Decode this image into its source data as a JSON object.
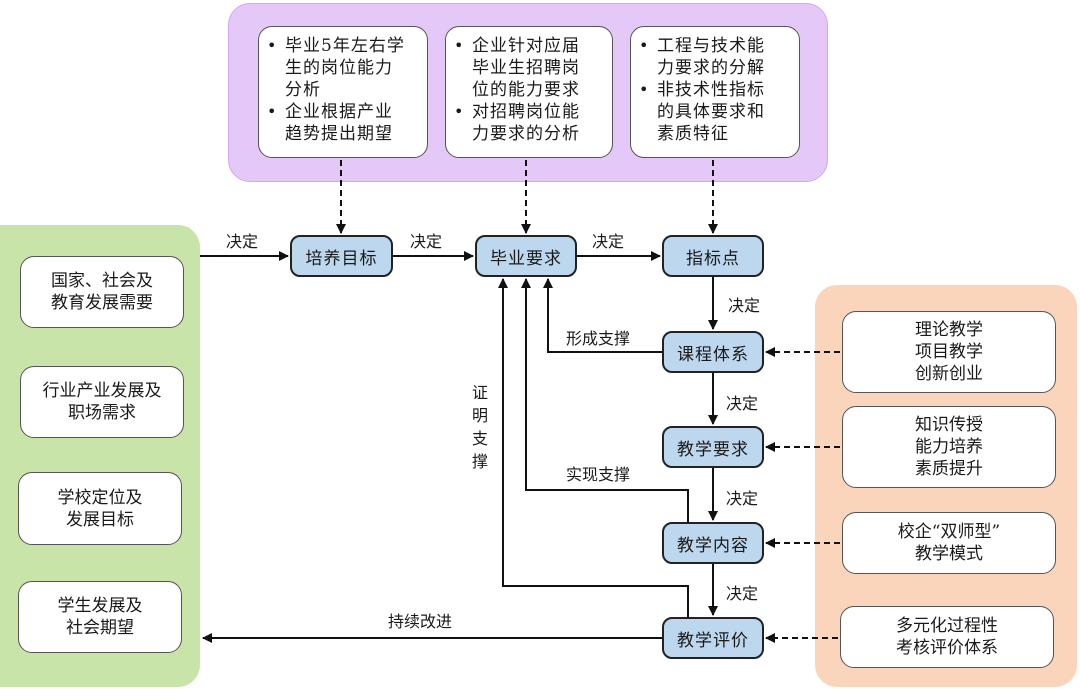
{
  "diagram": {
    "top_panel": {
      "boxes": [
        {
          "items": [
            "毕业5年左右学生的岗位能力分析",
            "企业根据产业趋势提出期望"
          ]
        },
        {
          "items": [
            "企业针对应届毕业生招聘岗位的能力要求",
            "对招聘岗位能力要求的分析"
          ]
        },
        {
          "items": [
            "工程与技术能力要求的分解",
            "非技术性指标的具体要求和素质特征"
          ]
        }
      ],
      "box_lines": [
        [
          [
            "毕业5年左右学",
            "生的岗位能力",
            "分析"
          ],
          [
            "企业根据产业",
            "趋势提出期望"
          ]
        ],
        [
          [
            "企业针对应届",
            "毕业生招聘岗",
            "位的能力要求"
          ],
          [
            "对招聘岗位能",
            "力要求的分析"
          ]
        ],
        [
          [
            "工程与技术能",
            "力要求的分解"
          ],
          [
            "非技术性指标",
            "的具体要求和",
            "素质特征"
          ]
        ]
      ]
    },
    "left_panel": {
      "boxes": [
        {
          "lines": [
            "国家、社会及",
            "教育发展需要"
          ]
        },
        {
          "lines": [
            "行业产业发展及",
            "职场需求"
          ]
        },
        {
          "lines": [
            "学校定位及",
            "发展目标"
          ]
        },
        {
          "lines": [
            "学生发展及",
            "社会期望"
          ]
        }
      ]
    },
    "right_panel": {
      "boxes": [
        {
          "lines": [
            "理论教学",
            "项目教学",
            "创新创业"
          ]
        },
        {
          "lines": [
            "知识传授",
            "能力培养",
            "素质提升"
          ]
        },
        {
          "lines": [
            "校企“双师型”",
            "教学模式"
          ]
        },
        {
          "lines": [
            "多元化过程性",
            "考核评价体系"
          ]
        }
      ]
    },
    "flow_nodes": {
      "training_goal": "培养目标",
      "graduation_requirements": "毕业要求",
      "indicator_points": "指标点",
      "curriculum_system": "课程体系",
      "teaching_requirements": "教学要求",
      "teaching_content": "教学内容",
      "teaching_evaluation": "教学评价"
    },
    "edge_labels": {
      "left_to_goal": "决定",
      "goal_to_req": "决定",
      "req_to_indicator": "决定",
      "indicator_to_curriculum": "决定",
      "curriculum_to_teachreq": "决定",
      "teachreq_to_content": "决定",
      "content_to_evaluation": "决定",
      "form_support": "形成支撑",
      "realize_support": "实现支撑",
      "prove_support": "证明支撑",
      "continuous_improvement": "持续改进"
    },
    "colors": {
      "purple_panel": "#e3c8f8",
      "green_panel": "#c8e4a8",
      "orange_panel": "#fad4bb",
      "flow_node": "#bdd7ee"
    }
  }
}
